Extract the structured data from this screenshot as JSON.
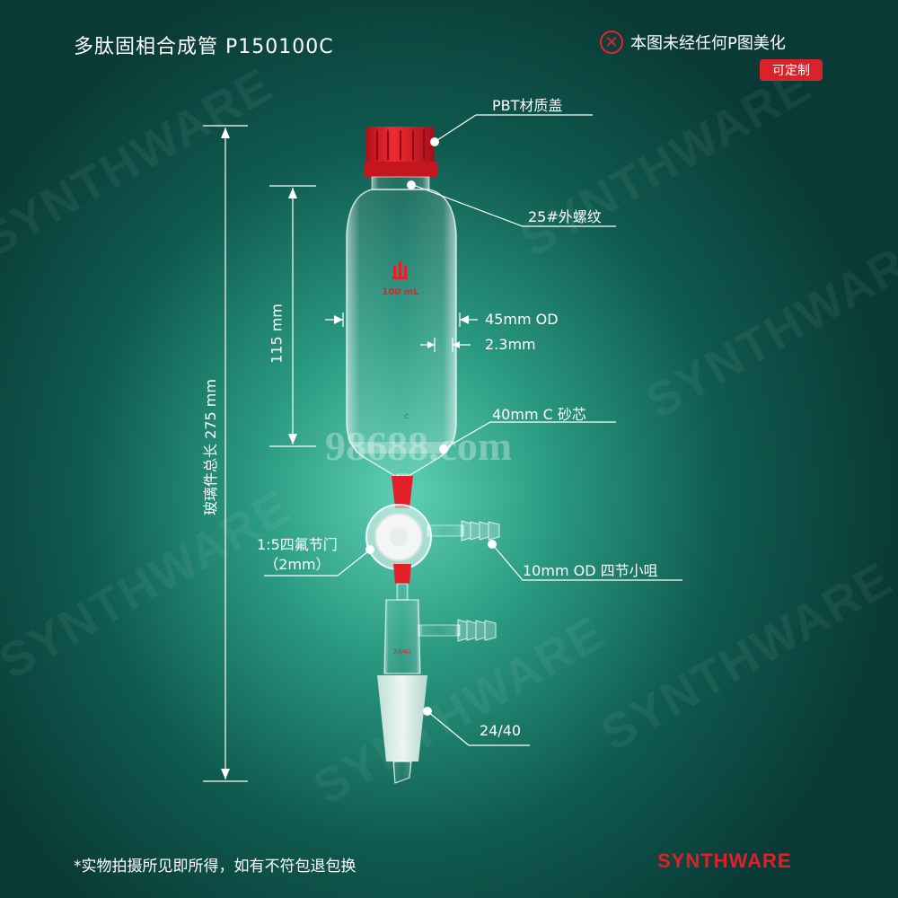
{
  "header": {
    "title": "多肽固相合成管  P150100C",
    "notice_text": "本图未经任何P图美化",
    "notice_icon": "close-circle-icon",
    "badge": "可定制"
  },
  "dimensions": {
    "total_length": "玻璃件总长 275 mm",
    "body_height": "115 mm",
    "outer_diameter": "45mm OD",
    "wall_thickness": "2.3mm"
  },
  "callouts": {
    "cap": "PBT材质盖",
    "thread": "25#外螺纹",
    "frit": "40mm C 砂芯",
    "stopcock_line1": "1:5四氟节门",
    "stopcock_line2": "（2mm）",
    "hose": "10mm OD 四节小咀",
    "joint": "24/40"
  },
  "vessel_marks": {
    "volume": "100 mL",
    "frit_grade": "C",
    "joint_mark": "24/40"
  },
  "watermarks": {
    "brand_repeat": "SYNTHWARE",
    "site": "98688.com"
  },
  "footer": {
    "disclaimer": "*实物拍摄所见即所得，如有不符包退包换",
    "brand": "SYNTHWARE"
  },
  "colors": {
    "brand_red": "#e31e26",
    "cap_red": "#e3202a",
    "background_dark": "#0a3a36",
    "background_light": "#5fd0b4"
  }
}
